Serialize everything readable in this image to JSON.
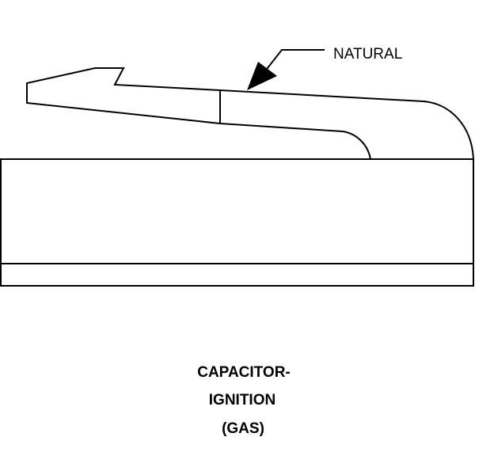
{
  "diagram": {
    "callout": {
      "label": "NATURAL"
    },
    "caption": {
      "line1": "CAPACITOR-",
      "line2": "IGNITION",
      "line3": "(GAS)"
    },
    "colors": {
      "ink": "#000000",
      "background": "#ffffff"
    }
  }
}
